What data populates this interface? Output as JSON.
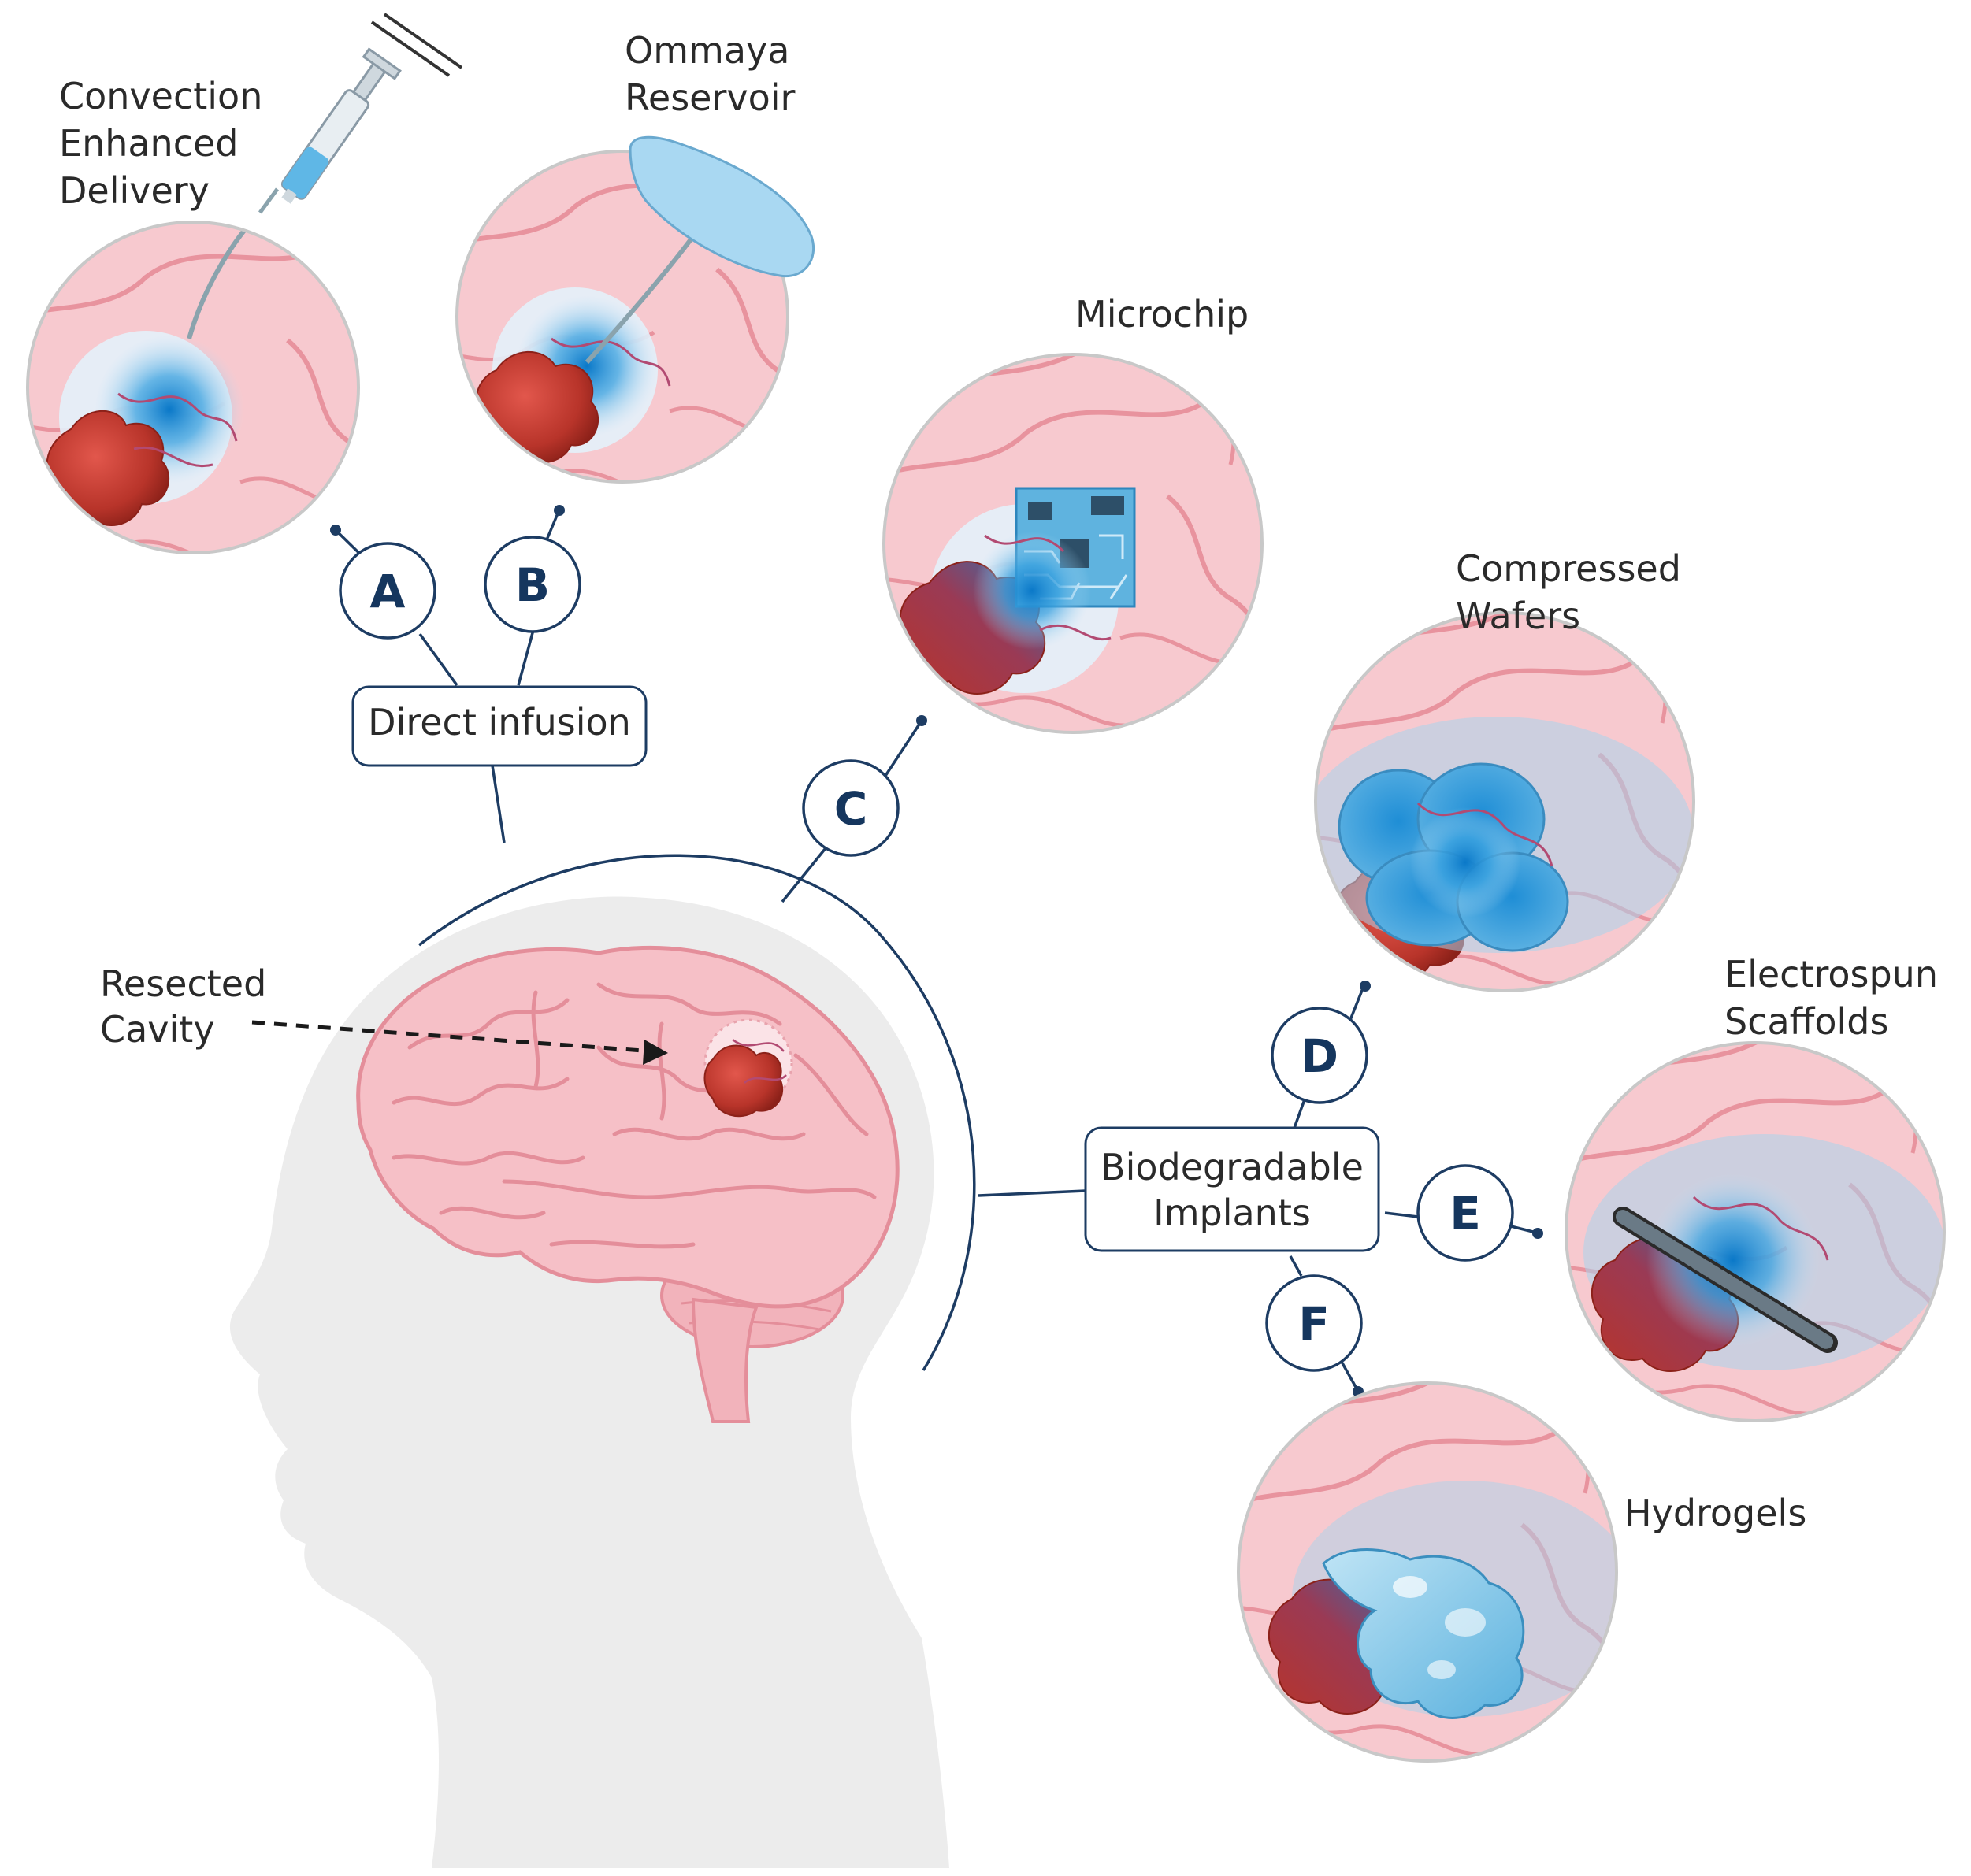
{
  "labels": {
    "ced": [
      "Convection",
      "Enhanced",
      "Delivery"
    ],
    "ommaya": [
      "Ommaya",
      "Reservoir"
    ],
    "microchip": [
      "Microchip"
    ],
    "wafers": [
      "Compressed",
      "Wafers"
    ],
    "electrospun": [
      "Electrospun",
      "Scaffolds"
    ],
    "hydrogels": [
      "Hydrogels"
    ],
    "cavity": [
      "Resected",
      "Cavity"
    ]
  },
  "boxes": {
    "direct_infusion": [
      "Direct infusion"
    ],
    "biodegradable": [
      "Biodegradable",
      "Implants"
    ]
  },
  "letters": {
    "a": "A",
    "b": "B",
    "c": "C",
    "d": "D",
    "e": "E",
    "f": "F"
  },
  "colors": {
    "navy": "#1d3c63",
    "brain": "#f4b6bd",
    "brain_fold": "#e58f9a",
    "tumor": "#c0392b",
    "drug_blue": "#1e8fd1",
    "reservoir": "#a9d8f2",
    "head": "#ececec"
  },
  "icons": [
    "syringe-icon",
    "reservoir-icon",
    "microchip-icon",
    "wafer-icon",
    "scaffold-icon",
    "hydrogel-icon",
    "brain-icon",
    "head-silhouette-icon",
    "arrow-icon"
  ]
}
